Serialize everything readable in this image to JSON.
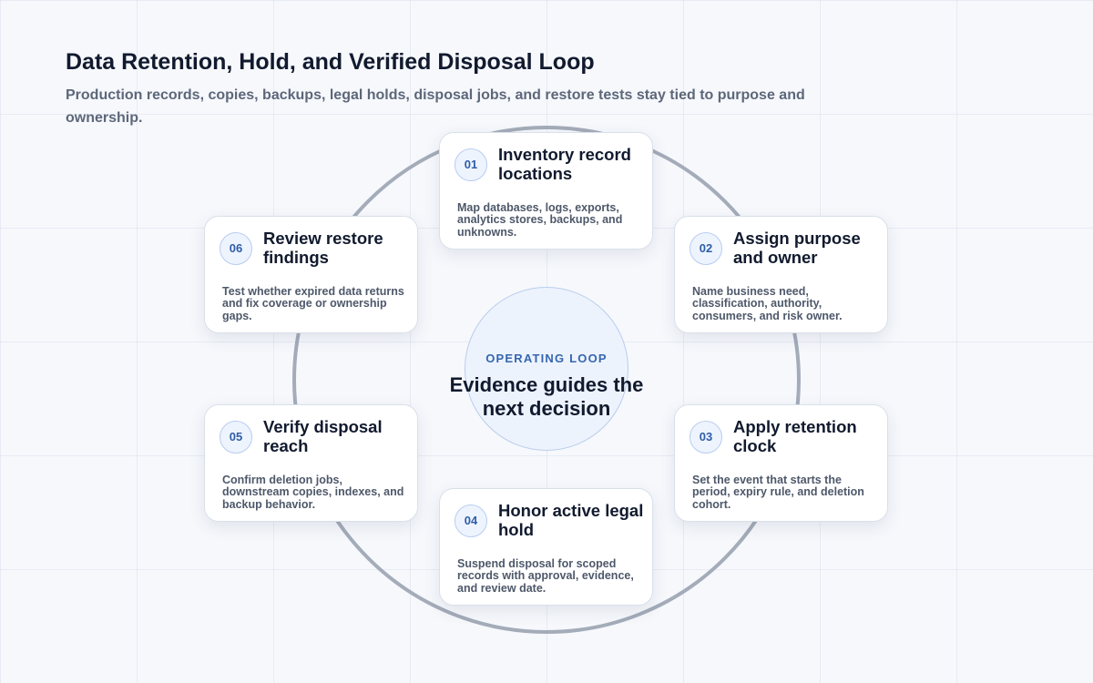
{
  "header": {
    "title": "Data Retention, Hold, and Verified Disposal Loop",
    "subtitle": "Production records, copies, backups, legal holds, disposal jobs, and restore tests stay tied to purpose and ownership."
  },
  "center": {
    "kicker": "OPERATING LOOP",
    "heading": "Evidence guides the next decision"
  },
  "steps": [
    {
      "number": "01",
      "title": "Inventory record locations",
      "description": "Map databases, logs, exports, analytics stores, backups, and unknowns."
    },
    {
      "number": "02",
      "title": "Assign purpose and owner",
      "description": "Name business need, classification, authority, consumers, and risk owner."
    },
    {
      "number": "03",
      "title": "Apply retention clock",
      "description": "Set the event that starts the period, expiry rule, and deletion cohort."
    },
    {
      "number": "04",
      "title": "Honor active legal hold",
      "description": "Suspend disposal for scoped records with approval, evidence, and review date."
    },
    {
      "number": "05",
      "title": "Verify disposal reach",
      "description": "Confirm deletion jobs, downstream copies, indexes, and backup behavior."
    },
    {
      "number": "06",
      "title": "Review restore findings",
      "description": "Test whether expired data returns and fix coverage or ownership gaps."
    }
  ],
  "colors": {
    "ring": "#a4acb9",
    "accent": "#3566b0",
    "center_fill": "#edf3fd"
  }
}
